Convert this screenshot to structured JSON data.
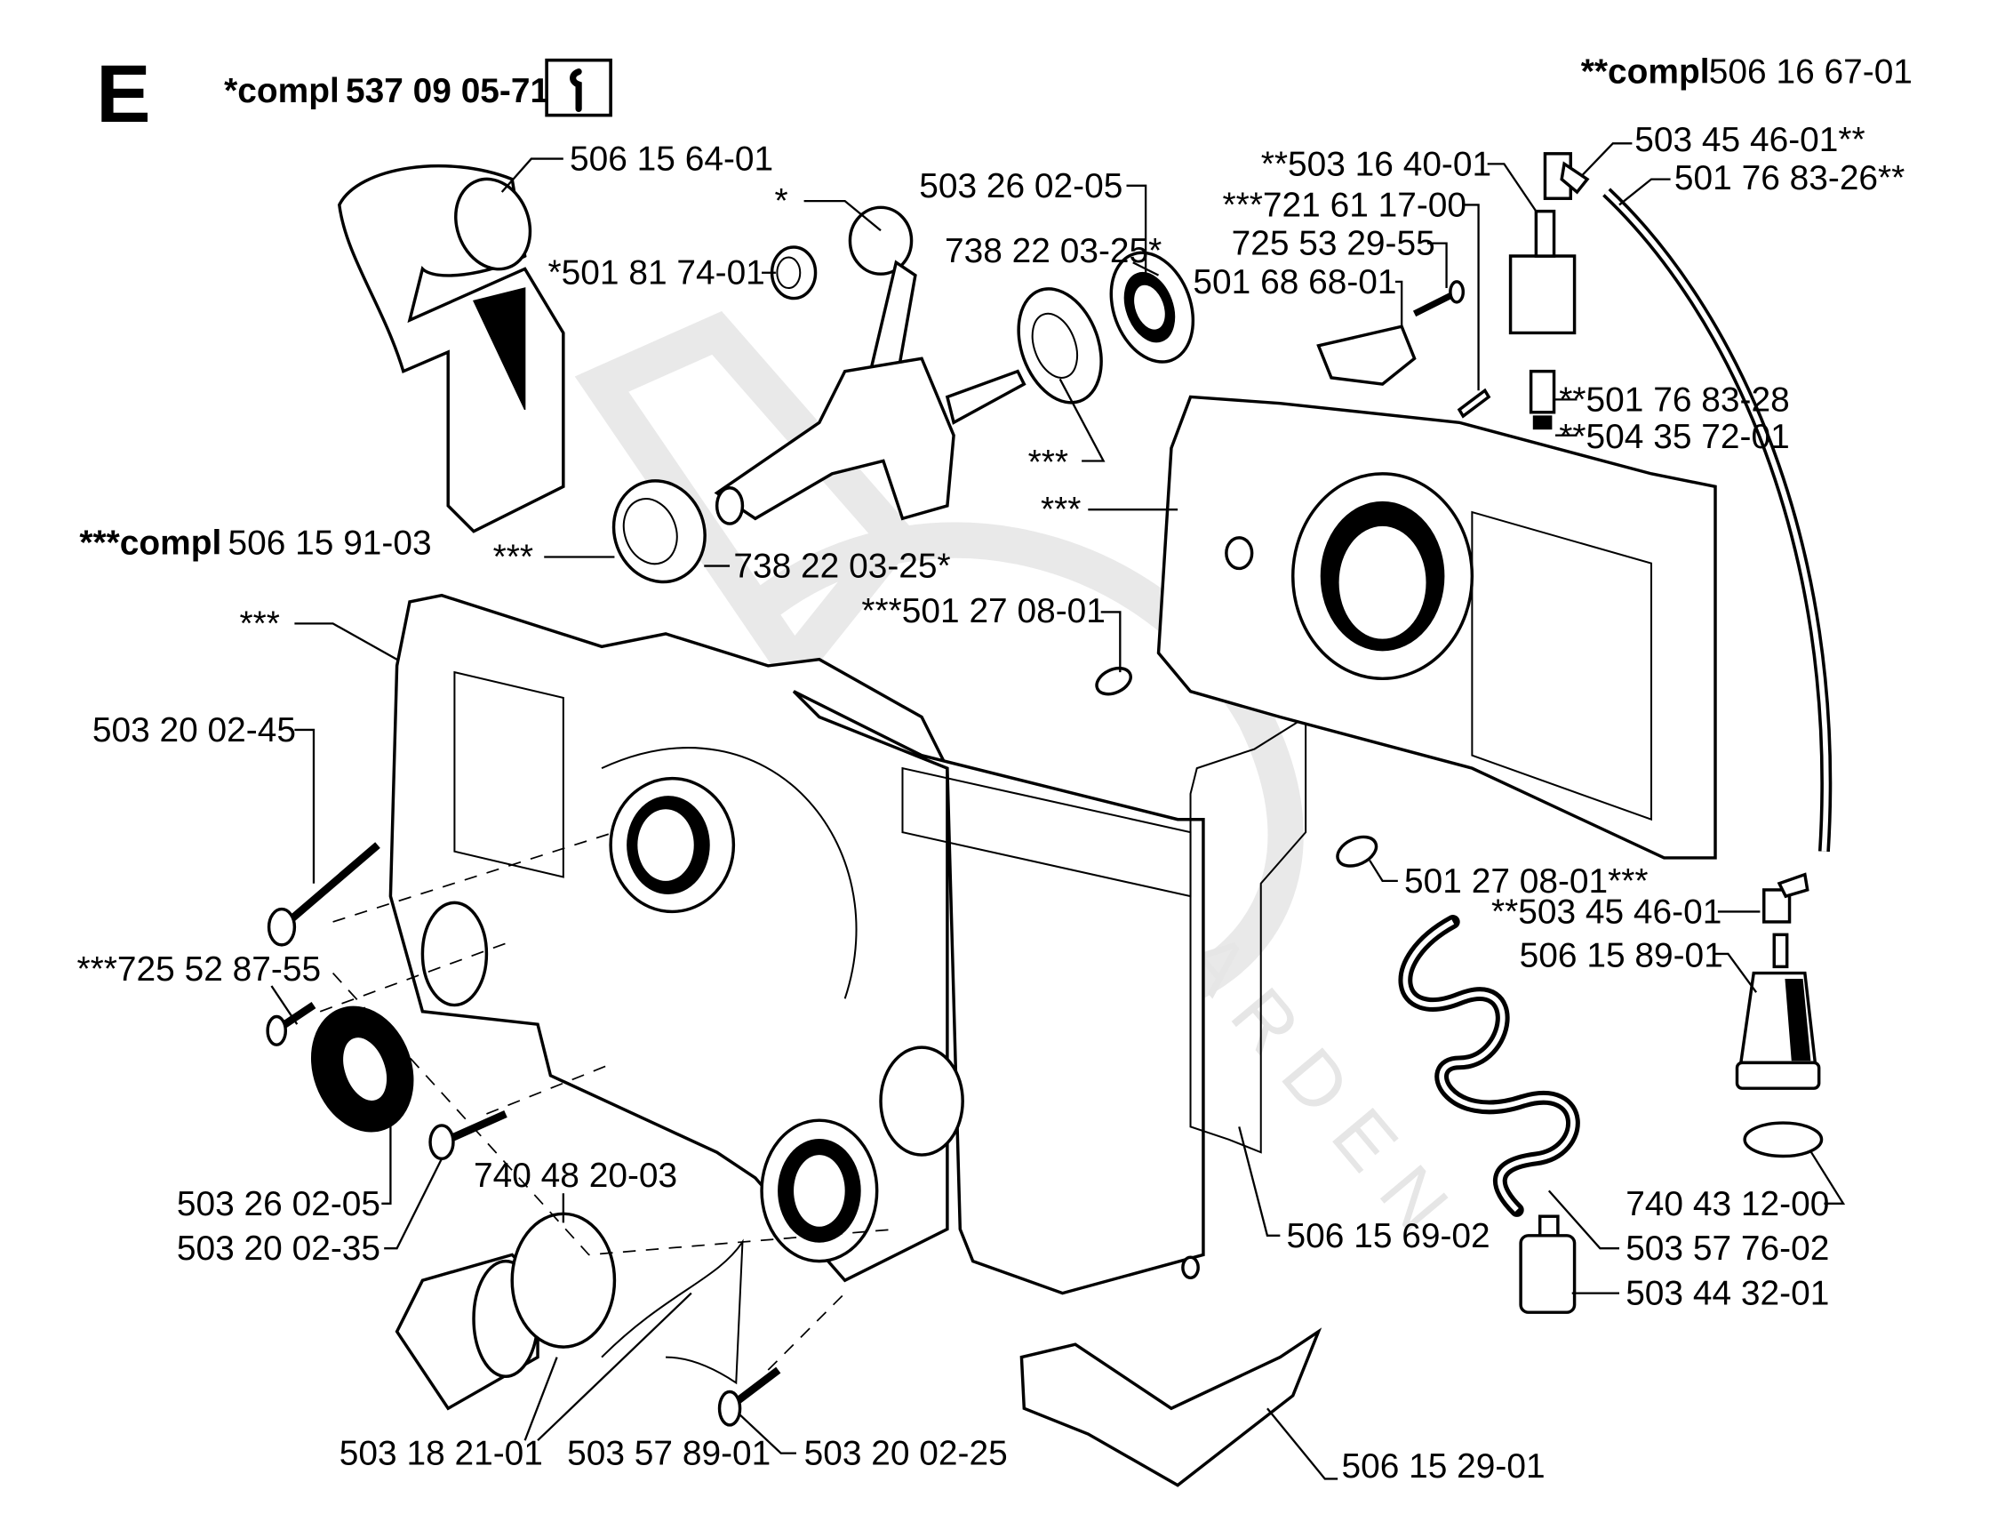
{
  "diagram": {
    "section_letter": "E",
    "compl_main": {
      "prefix": "*compl",
      "number": "537 09 05-71",
      "icon": "wrench-icon"
    },
    "compl_secondary": {
      "prefix": "**compl",
      "number": "506 16 67-01"
    },
    "compl_tertiary": {
      "prefix": "***compl",
      "number": "506 15 91-03"
    },
    "watermark": "GARDEN",
    "colors": {
      "ink": "#000000",
      "paper": "#ffffff",
      "watermark": "#e6e6e6"
    },
    "labels": {
      "l01": "506 15 64-01",
      "l02": "*",
      "l03": "503 26 02-05",
      "l04": "*501 81 74-01",
      "l05": "738 22 03-25*",
      "l06": "***",
      "l07": "***",
      "l08": "738 22 03-25*",
      "l09": "**503 16 40-01",
      "l10": "503 45 46-01**",
      "l11": "501 76 83-26**",
      "l12": "***721 61 17-00",
      "l13": "725 53 29-55",
      "l14": "501 68 68-01",
      "l15": "**501 76 83-28",
      "l16": "**504 35 72-01",
      "l17": "***",
      "l18": "***",
      "l19": "***501 27 08-01",
      "l20": "503 20 02-45",
      "l21": "501 27 08-01***",
      "l22": "**503 45 46-01",
      "l23": "506 15 89-01",
      "l24": "***725 52 87-55",
      "l25": "503 26 02-05",
      "l26": "503 20 02-35",
      "l27": "740 48 20-03",
      "l28": "506 15 69-02",
      "l29": "740 43 12-00",
      "l30": "503 57 76-02",
      "l31": "503 44 32-01",
      "l32": "503 18 21-01",
      "l33": "503 57 89-01",
      "l34": "503 20 02-25",
      "l35": "506 15 29-01"
    }
  }
}
